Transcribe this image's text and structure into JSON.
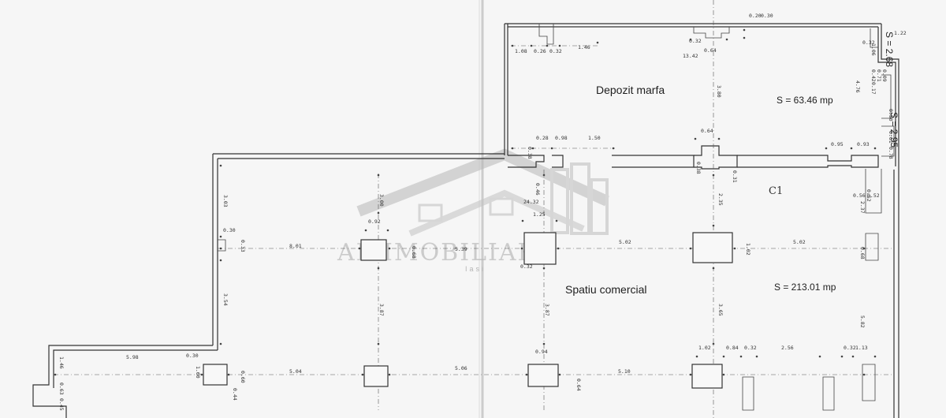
{
  "rooms": {
    "depozit": {
      "name": "Depozit marfa",
      "area": "S = 63.46 mp"
    },
    "spatiu": {
      "name": "Spatiu comercial",
      "area": "S = 213.01 mp"
    }
  },
  "small_areas": {
    "a1": "S = 2.68",
    "a2": "S = 2.95"
  },
  "handwritten": "C1",
  "watermark": {
    "name": "AF IMOBILIARE",
    "city": "Iasi"
  },
  "dimensions": {
    "h": [
      "1.08",
      "0.26",
      "0.32",
      "1.46",
      "0.32",
      "13.42",
      "0.64",
      "0.20",
      "0.30",
      "1.22",
      "0.32",
      "0.28",
      "0.98",
      "1.50",
      "0.64",
      "0.95",
      "0.93",
      "24.32",
      "1.25",
      "0.92",
      "5.39",
      "5.02",
      "5.02",
      "0.32",
      "0.56",
      "0.52",
      "5.98",
      "5.04",
      "5.06",
      "0.94",
      "5.10",
      "1.02",
      "0.84",
      "0.32",
      "2.56",
      "0.32",
      "1.13",
      "0.30",
      "8.01",
      "0.30"
    ],
    "v": [
      "3.03",
      "3.00",
      "3.54",
      "3.87",
      "3.87",
      "3.65",
      "2.35",
      "3.80",
      "4.76",
      "2.37",
      "1.60",
      "1.02",
      "0.68",
      "0.33",
      "0.38",
      "0.46",
      "0.52",
      "0.64",
      "0.60",
      "0.68",
      "0.38",
      "0.31",
      "0.61",
      "0.42",
      "0.71",
      "0.09",
      "1.06",
      "0.17",
      "0.63",
      "0.45",
      "1.46",
      "0.44",
      "0.50",
      "0.78",
      "5.82"
    ]
  }
}
